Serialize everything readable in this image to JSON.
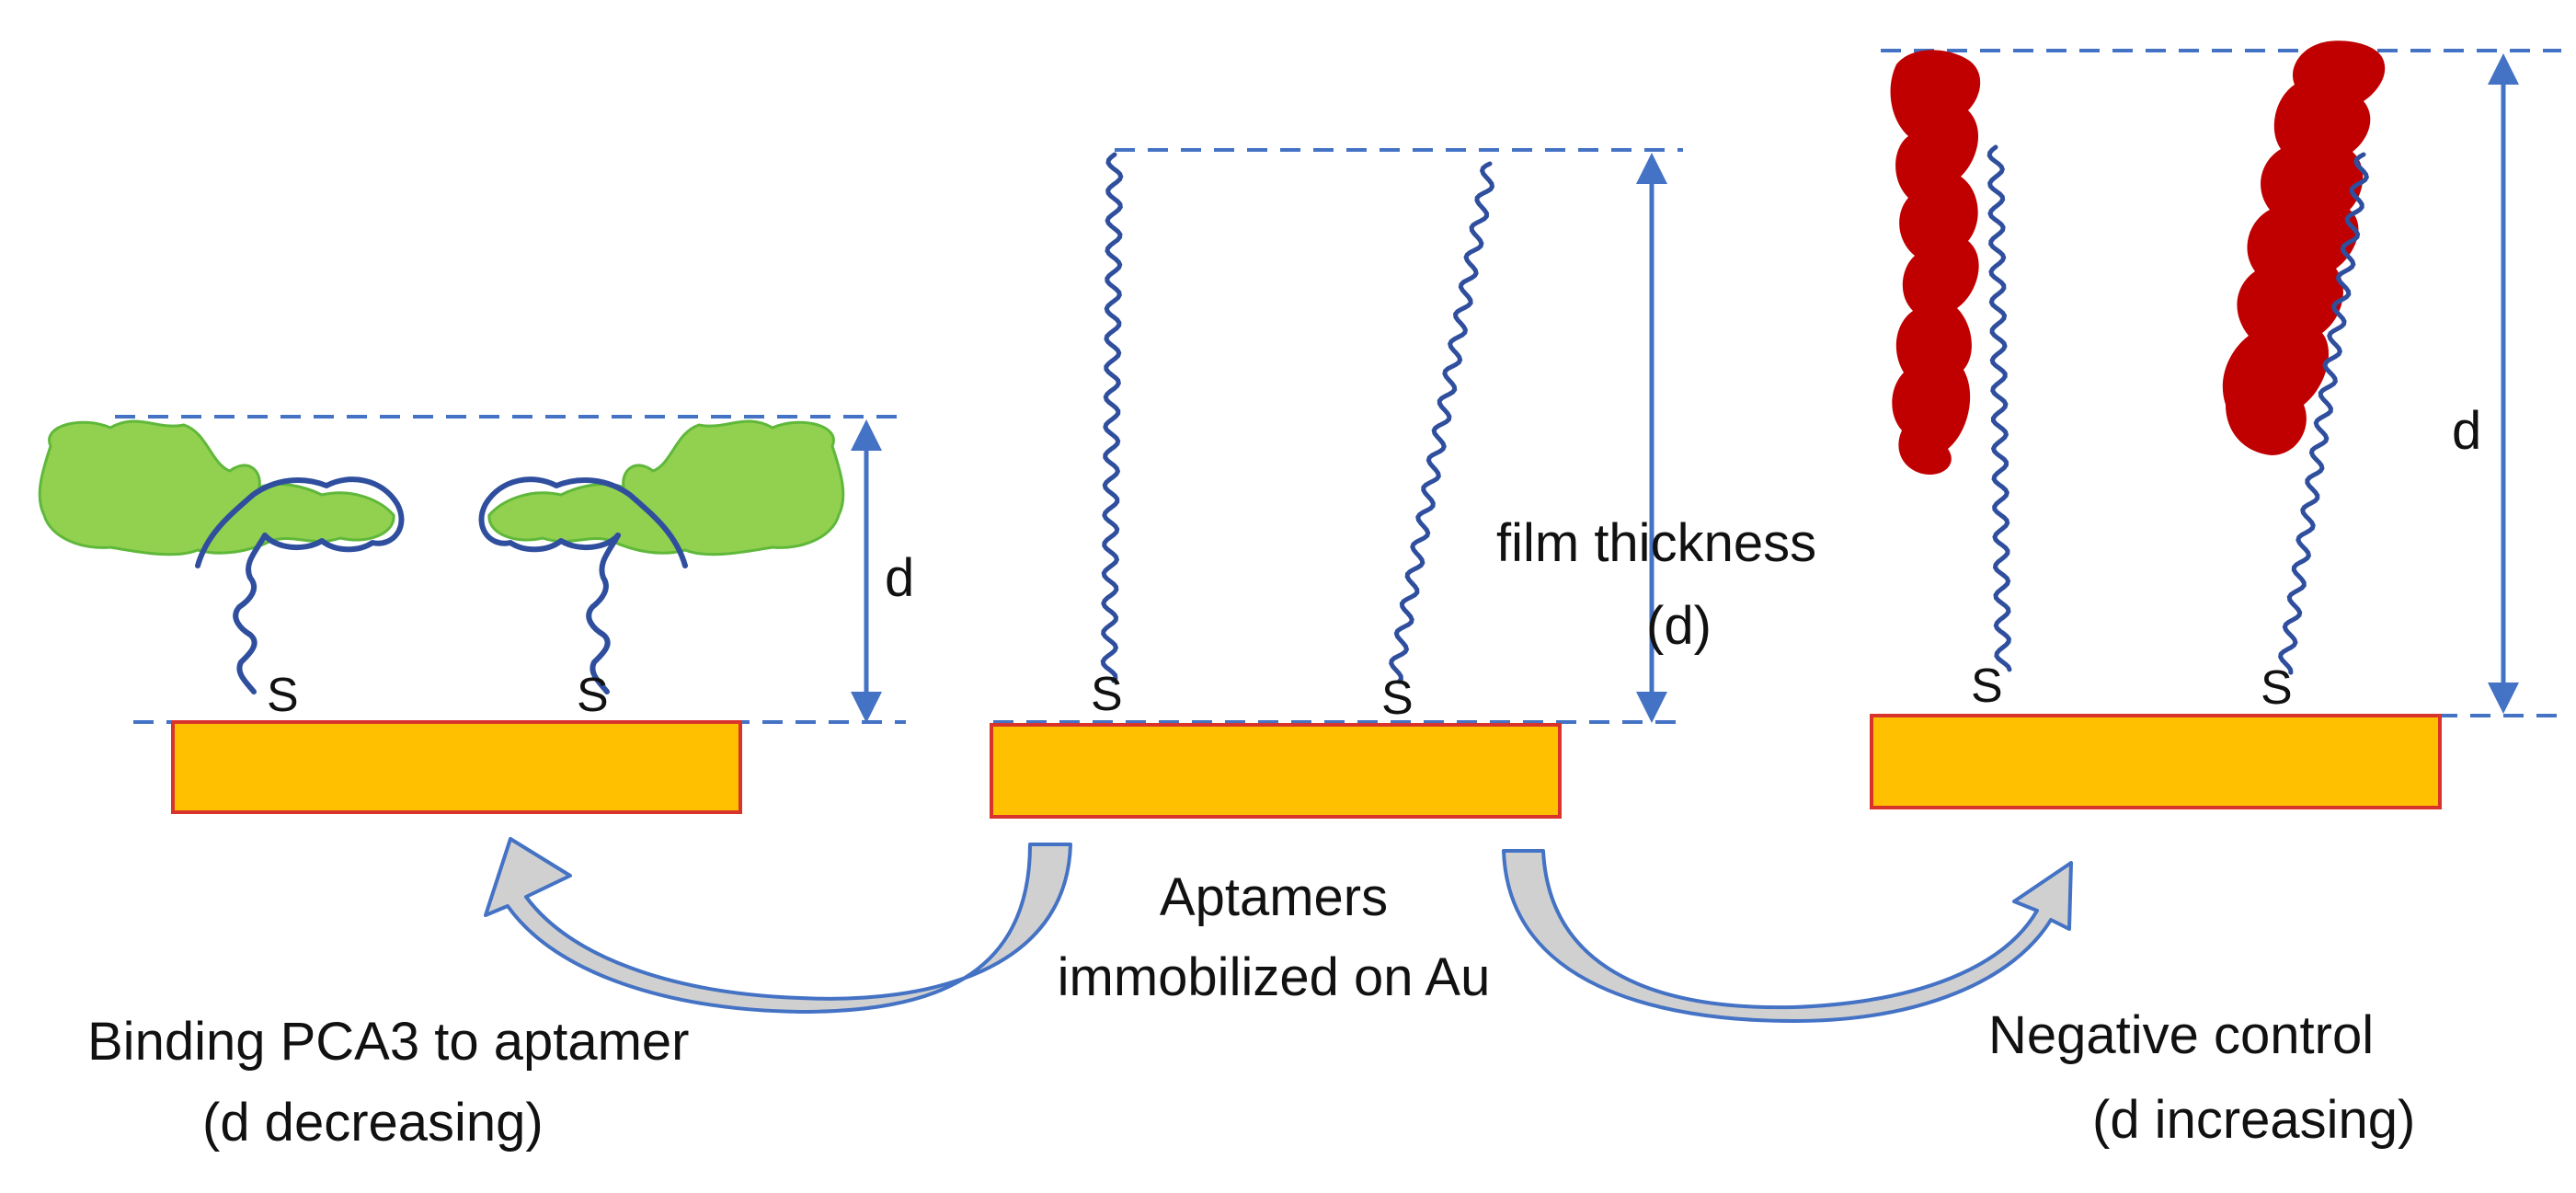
{
  "colors": {
    "gold": "#FFC000",
    "gold_border": "#D9342B",
    "dashed_line": "#4472C4",
    "arrow": "#4472C4",
    "aptamer": "#2F4F9E",
    "pca3": "#92D050",
    "pca3_edge": "#5FB83A",
    "negative_target": "#C00000",
    "curved_arrow_fill": "#D0D0D0"
  },
  "icons": {
    "substrate": "gold-substrate",
    "aptamer": "wavy-aptamer-strand",
    "thiol": "thiol-anchor-S",
    "pca3": "pca3-green-blob",
    "control": "red-control-molecule",
    "transition": "curved-arrow"
  },
  "labels": {
    "thiol": "S",
    "d_left": "d",
    "d_right": "d",
    "film_thickness_line1": "film thickness",
    "film_thickness_line2": "(d)",
    "center_caption_line1": "Aptamers",
    "center_caption_line2": "immobilized on Au",
    "left_caption_line1": "Binding PCA3 to aptamer",
    "left_caption_line2": "(d decreasing)",
    "right_caption_line1": "Negative control",
    "right_caption_line2": "(d increasing)"
  }
}
